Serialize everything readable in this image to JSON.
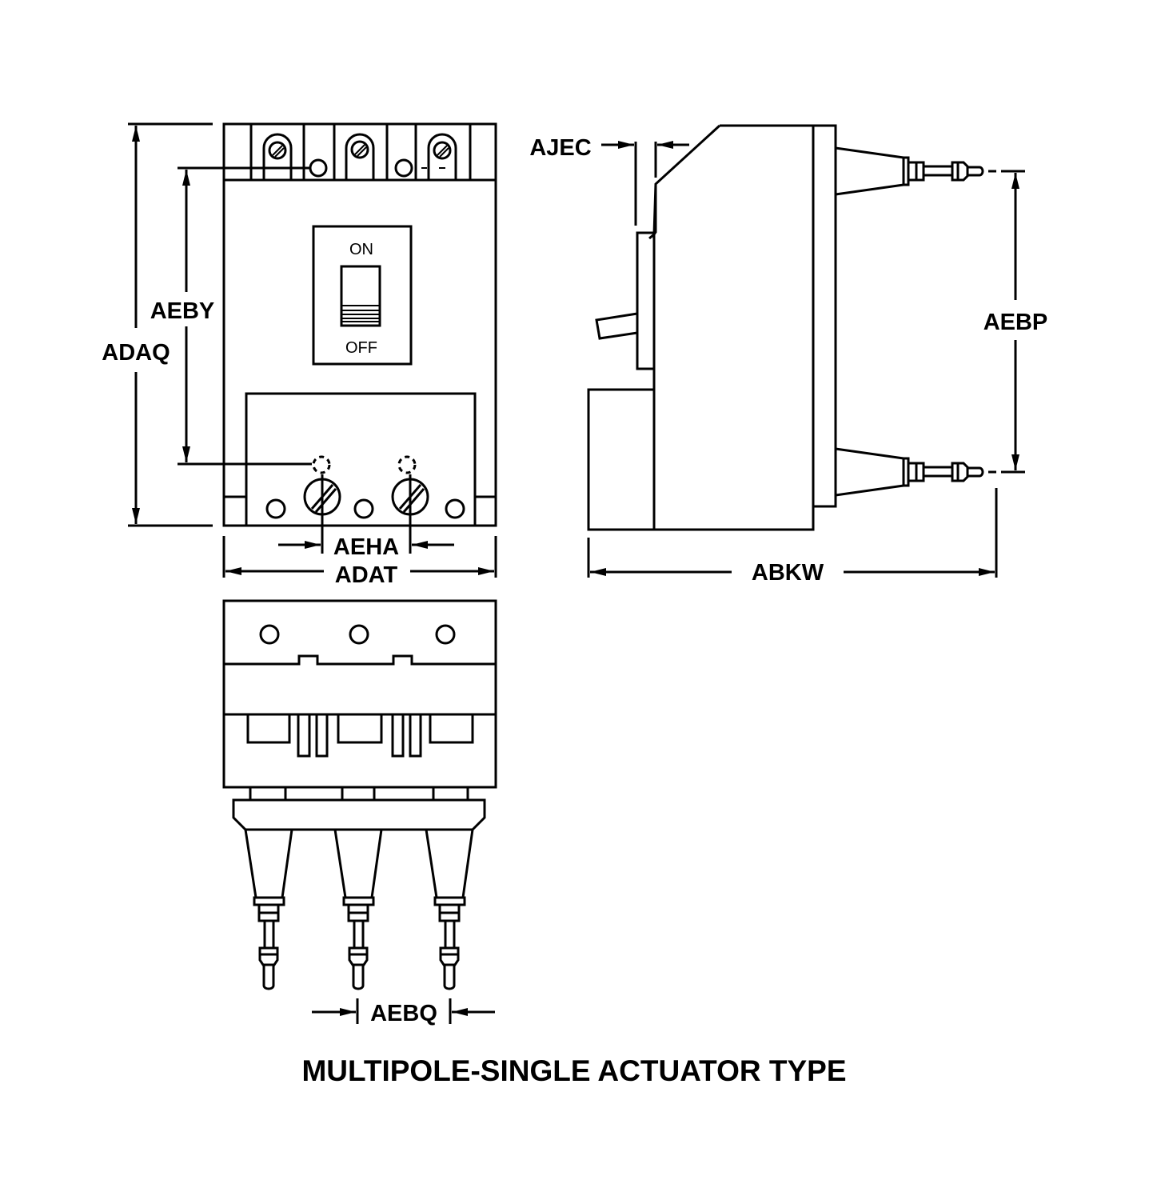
{
  "title": "MULTIPOLE-SINGLE ACTUATOR TYPE",
  "switch": {
    "on_label": "ON",
    "off_label": "OFF"
  },
  "dimensions": {
    "adaq": "ADAQ",
    "aeby": "AEBY",
    "aeha": "AEHA",
    "adat": "ADAT",
    "ajec": "AJEC",
    "aebp": "AEBP",
    "abkw": "ABKW",
    "aebq": "AEBQ"
  },
  "colors": {
    "line": "#000000",
    "background": "#ffffff"
  }
}
